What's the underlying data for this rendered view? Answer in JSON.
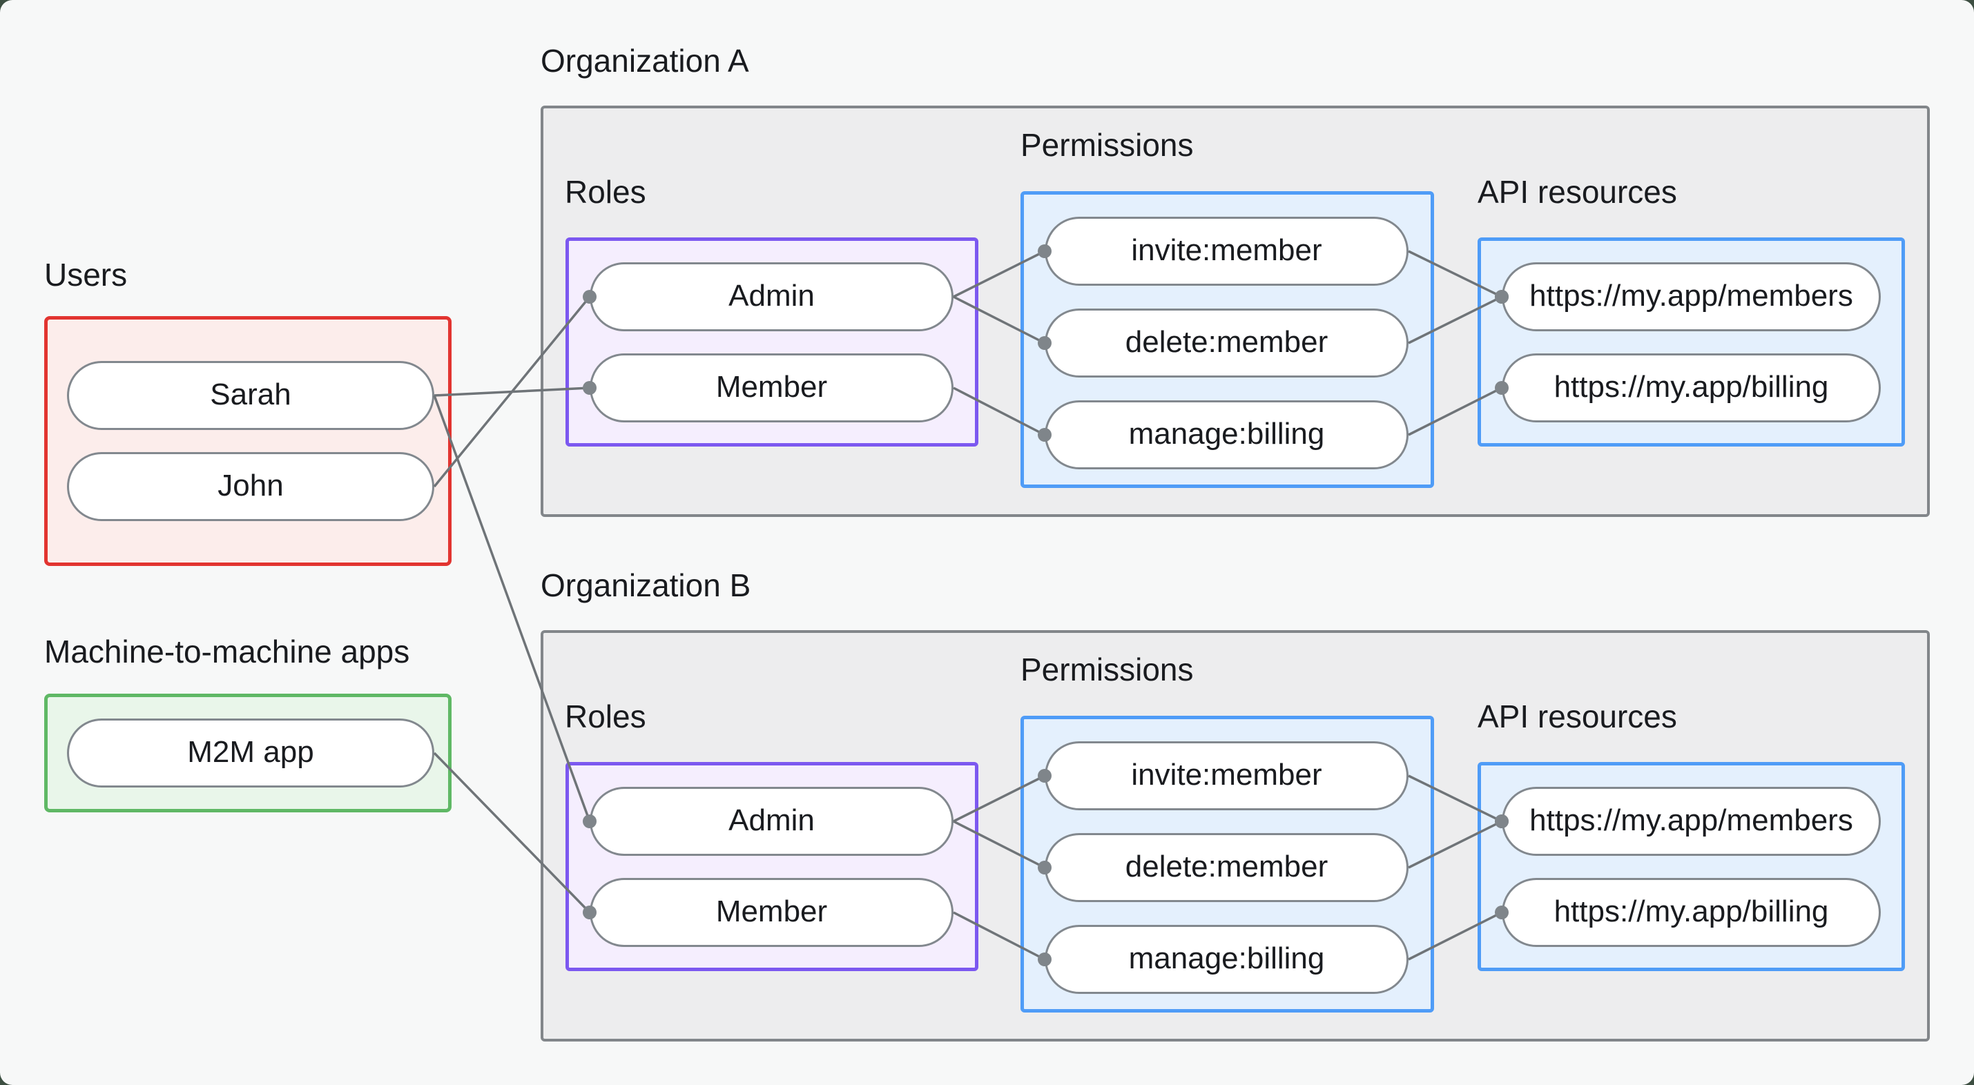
{
  "users": {
    "label": "Users",
    "nodes": {
      "sarah": "Sarah",
      "john": "John"
    }
  },
  "m2m": {
    "label": "Machine-to-machine apps",
    "nodes": {
      "app": "M2M app"
    }
  },
  "orgA": {
    "label": "Organization A",
    "roles": {
      "label": "Roles",
      "nodes": {
        "admin": "Admin",
        "member": "Member"
      }
    },
    "permissions": {
      "label": "Permissions",
      "nodes": {
        "invite": "invite:member",
        "delete": "delete:member",
        "manage": "manage:billing"
      }
    },
    "api": {
      "label": "API resources",
      "nodes": {
        "members": "https://my.app/members",
        "billing": "https://my.app/billing"
      }
    }
  },
  "orgB": {
    "label": "Organization B",
    "roles": {
      "label": "Roles",
      "nodes": {
        "admin": "Admin",
        "member": "Member"
      }
    },
    "permissions": {
      "label": "Permissions",
      "nodes": {
        "invite": "invite:member",
        "delete": "delete:member",
        "manage": "manage:billing"
      }
    },
    "api": {
      "label": "API resources",
      "nodes": {
        "members": "https://my.app/members",
        "billing": "https://my.app/billing"
      }
    }
  },
  "edges": [
    {
      "from": "users.sarah",
      "to": "orgA.roles.member"
    },
    {
      "from": "users.john",
      "to": "orgA.roles.admin"
    },
    {
      "from": "users.sarah",
      "to": "orgB.roles.admin"
    },
    {
      "from": "m2m.app",
      "to": "orgB.roles.member"
    },
    {
      "from": "orgA.roles.admin",
      "to": "orgA.permissions.invite"
    },
    {
      "from": "orgA.roles.admin",
      "to": "orgA.permissions.delete"
    },
    {
      "from": "orgA.roles.member",
      "to": "orgA.permissions.manage"
    },
    {
      "from": "orgA.permissions.invite",
      "to": "orgA.api.members"
    },
    {
      "from": "orgA.permissions.delete",
      "to": "orgA.api.members"
    },
    {
      "from": "orgA.permissions.manage",
      "to": "orgA.api.billing"
    },
    {
      "from": "orgB.roles.admin",
      "to": "orgB.permissions.invite"
    },
    {
      "from": "orgB.roles.admin",
      "to": "orgB.permissions.delete"
    },
    {
      "from": "orgB.roles.member",
      "to": "orgB.permissions.manage"
    },
    {
      "from": "orgB.permissions.invite",
      "to": "orgB.api.members"
    },
    {
      "from": "orgB.permissions.delete",
      "to": "orgB.api.members"
    },
    {
      "from": "orgB.permissions.manage",
      "to": "orgB.api.billing"
    }
  ],
  "colors": {
    "pageBg": "#f7f8f8",
    "cornerBg": "#3d4f42",
    "orgFill": "#ededee",
    "orgBorder": "#82868a",
    "purpleFill": "#f5eefe",
    "purpleBorder": "#7c58f0",
    "blueFill": "#e4f0fd",
    "blueBorder": "#4f9cf7",
    "redFill": "#fcedeb",
    "redBorder": "#e23430",
    "greenFill": "#e9f6ea",
    "greenBorder": "#5fb865",
    "pillFill": "#ffffff",
    "pillBorder": "#82888e",
    "line": "#6f7478",
    "dot": "#7f858a",
    "text": "#191b1f"
  }
}
